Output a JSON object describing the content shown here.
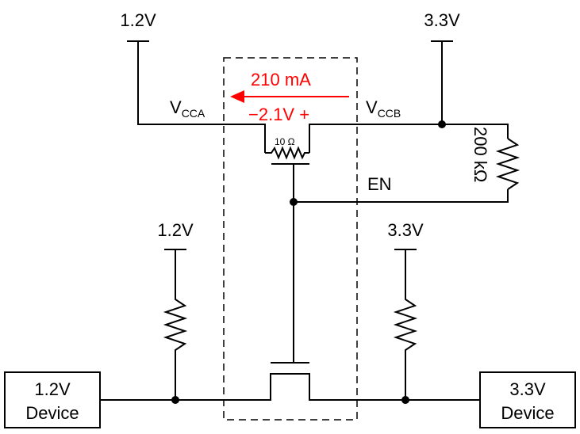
{
  "rails": {
    "top_left": "1.2V",
    "top_right": "3.3V",
    "mid_left": "1.2V",
    "mid_right": "3.3V"
  },
  "pins": {
    "vcca_main": "V",
    "vcca_sub": "CCA",
    "vccb_main": "V",
    "vccb_sub": "CCB",
    "en": "EN"
  },
  "current_label": "210 mA",
  "voltage_label": "−2.1V +",
  "internal_resistor": "10 Ω",
  "pullup_resistor": "200 kΩ",
  "devices": {
    "left": {
      "line1": "1.2V",
      "line2": "Device"
    },
    "right": {
      "line1": "3.3V",
      "line2": "Device"
    }
  },
  "colors": {
    "accent": "#ff0000",
    "line": "#000000"
  }
}
